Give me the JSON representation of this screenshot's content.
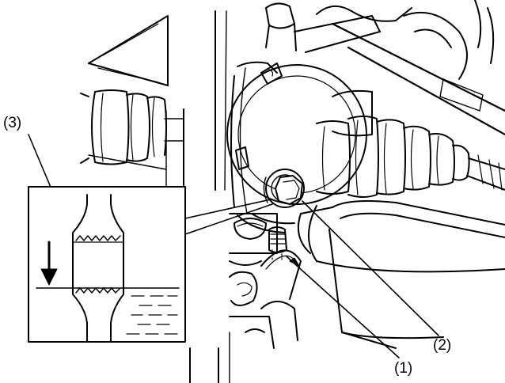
{
  "callouts": {
    "part_1": "(1)",
    "part_2": "(2)",
    "part_3": "(3)"
  },
  "colors": {
    "ink": "#000000",
    "paper": "#ffffff"
  }
}
